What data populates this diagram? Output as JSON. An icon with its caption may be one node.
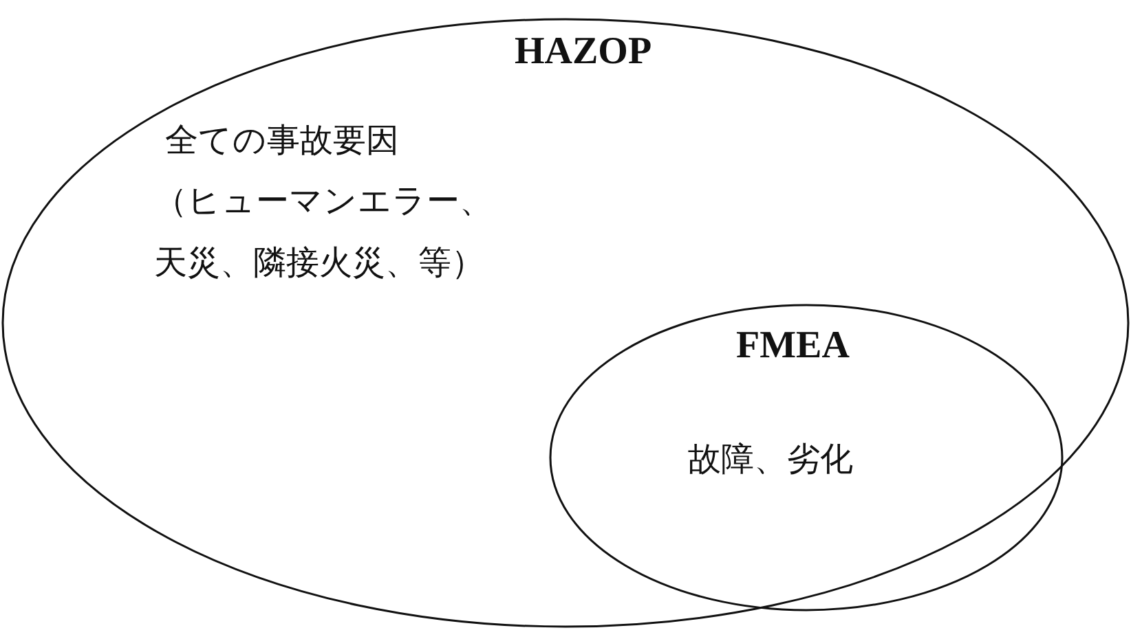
{
  "diagram": {
    "nodes": [
      {
        "text": [
          "HAZOP",
          "全ての事故要因",
          "（ヒューマンエラー、天災、隣接火災、等）"
        ]
      },
      {
        "text": [
          "FMEA",
          "故障、劣化"
        ],
        "in": 0
      }
    ]
  }
}
